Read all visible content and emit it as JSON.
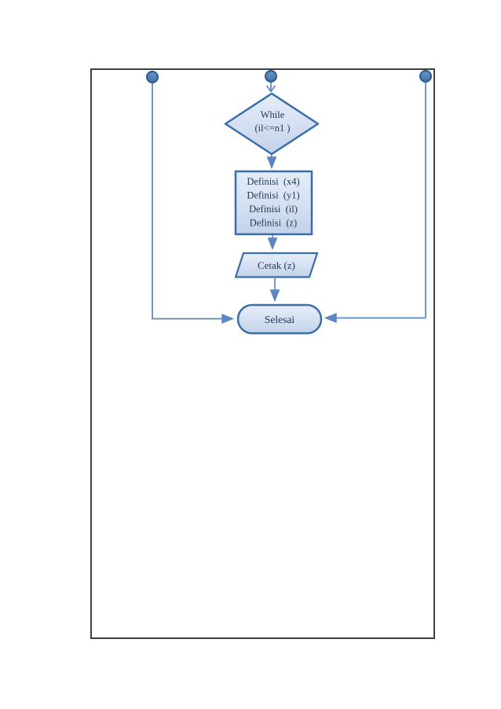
{
  "page": {
    "kind": "document-page-with-flowchart",
    "background_color": "#ffffff",
    "border_color": "#3f3f3f"
  },
  "flowchart": {
    "colors": {
      "shape_fill_light": "#e3eaf6",
      "shape_fill_dark": "#c3d3ea",
      "shape_stroke": "#3a6eaa",
      "connector_line": "#5b87be",
      "connector_node_fill": "#4f81bd",
      "connector_node_stroke": "#2c5988",
      "text": "#1f3656"
    },
    "nodes": {
      "decision": {
        "type": "diamond",
        "label_line1": "While",
        "label_line2": "(il<=n1 )"
      },
      "process": {
        "type": "rectangle",
        "lines": [
          "Definisi  (x4)",
          "Definisi  (y1)",
          "Definisi  (il)",
          "Definisi  (z)"
        ]
      },
      "io": {
        "type": "parallelogram",
        "label": "Cetak (z)"
      },
      "terminator": {
        "type": "stadium",
        "label": "Selesai"
      }
    },
    "connector_nodes": [
      "left",
      "middle",
      "right"
    ],
    "edges": [
      "middle-node to decision",
      "decision to process",
      "process to io",
      "io to terminator",
      "left-node down-right to terminator",
      "right-node down-left to terminator"
    ]
  }
}
